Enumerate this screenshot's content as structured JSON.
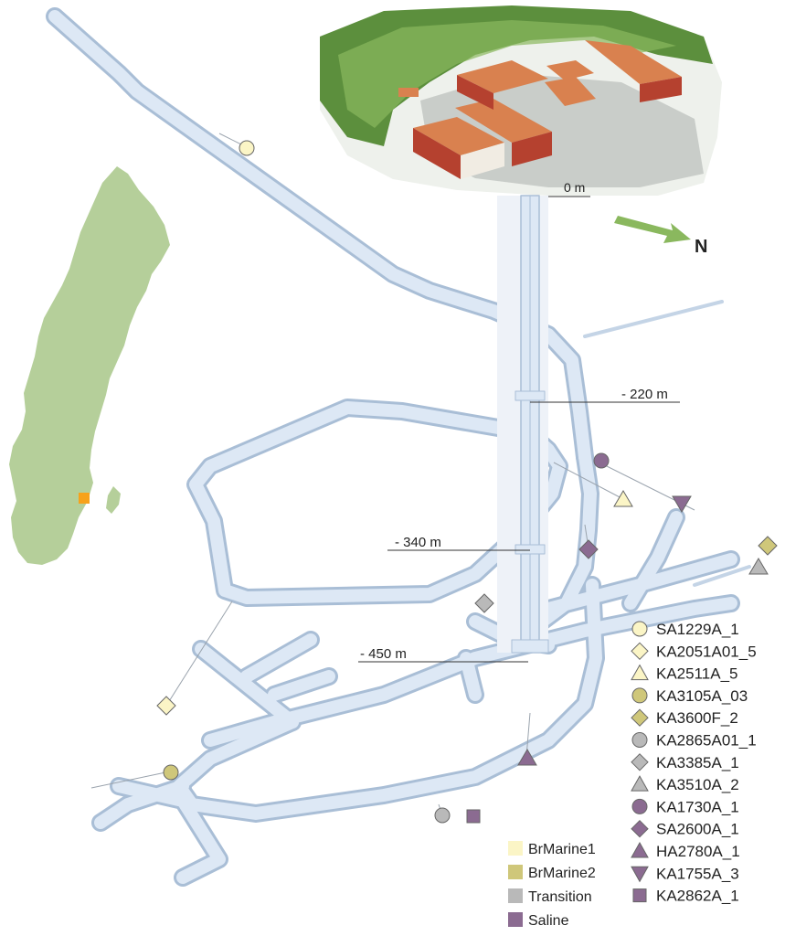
{
  "depths": [
    {
      "label": "0 m"
    },
    {
      "label": "- 220 m"
    },
    {
      "label": "- 340 m"
    },
    {
      "label": "- 450 m"
    }
  ],
  "north_label": "N",
  "colors": {
    "tunnel_fill": "#dde8f5",
    "tunnel_edge": "#9fb6d0",
    "sweden": "#b5cf9a",
    "site_marker": "#f7a21b",
    "brmarine1": "#fbf5c6",
    "brmarine2": "#cfc77a",
    "transition": "#b9b9b9",
    "saline": "#8b6b91"
  },
  "water_types": [
    {
      "label": "BrMarine1",
      "color": "#fbf5c6"
    },
    {
      "label": "BrMarine2",
      "color": "#cfc77a"
    },
    {
      "label": "Transition",
      "color": "#b9b9b9"
    },
    {
      "label": "Saline",
      "color": "#8b6b91"
    }
  ],
  "samples": [
    {
      "label": "SA1229A_1",
      "shape": "circle",
      "color": "#fbf5c6"
    },
    {
      "label": "KA2051A01_5",
      "shape": "diamond",
      "color": "#fbf5c6"
    },
    {
      "label": "KA2511A_5",
      "shape": "triangle-up",
      "color": "#fbf5c6"
    },
    {
      "label": "KA3105A_03",
      "shape": "circle",
      "color": "#cfc77a"
    },
    {
      "label": "KA3600F_2",
      "shape": "diamond",
      "color": "#cfc77a"
    },
    {
      "label": "KA2865A01_1",
      "shape": "circle",
      "color": "#b9b9b9"
    },
    {
      "label": "KA3385A_1",
      "shape": "diamond",
      "color": "#b9b9b9"
    },
    {
      "label": "KA3510A_2",
      "shape": "triangle-up",
      "color": "#b9b9b9"
    },
    {
      "label": "KA1730A_1",
      "shape": "circle",
      "color": "#8b6b91"
    },
    {
      "label": "SA2600A_1",
      "shape": "diamond",
      "color": "#8b6b91"
    },
    {
      "label": "HA2780A_1",
      "shape": "triangle-up",
      "color": "#8b6b91"
    },
    {
      "label": "KA1755A_3",
      "shape": "triangle-down",
      "color": "#8b6b91"
    },
    {
      "label": "KA2862A_1",
      "shape": "square",
      "color": "#8b6b91"
    }
  ]
}
